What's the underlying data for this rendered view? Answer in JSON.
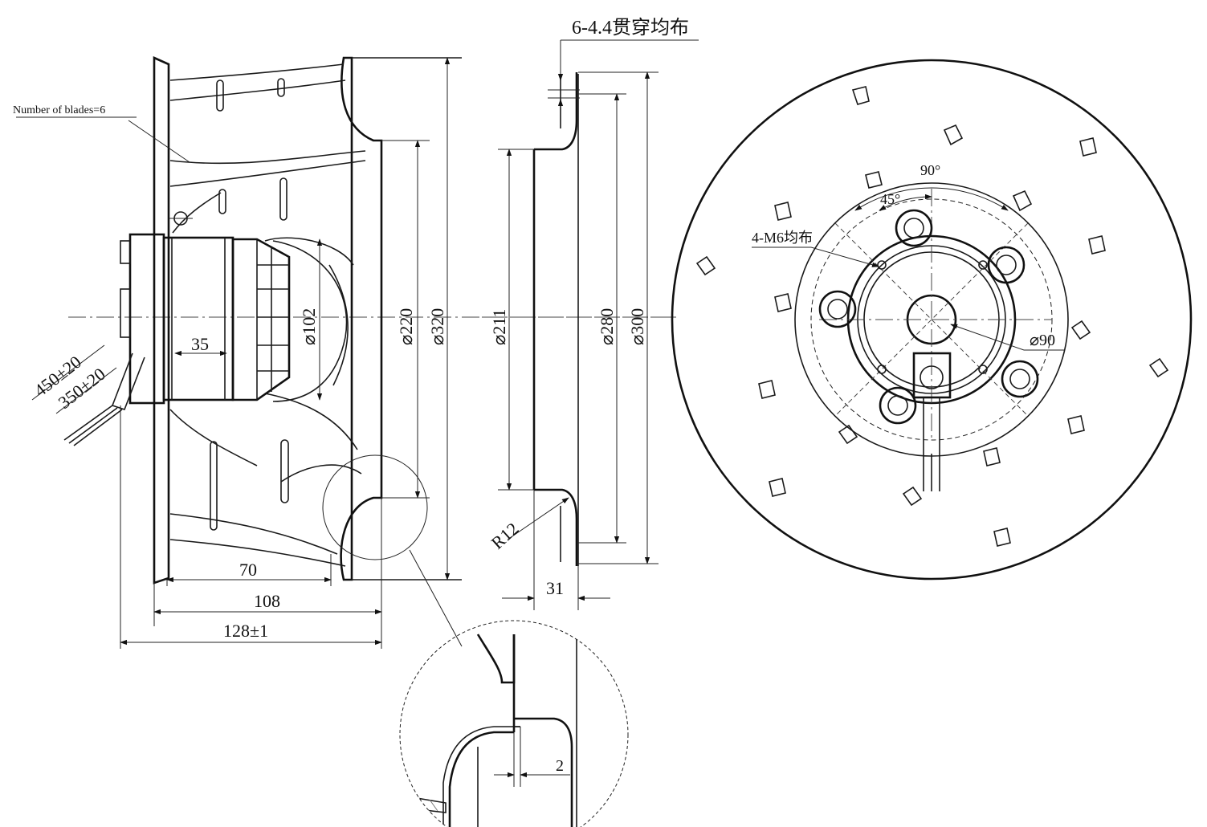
{
  "labels": {
    "blades_note": "Number of blades=6",
    "holes_note": "6-4.4贯穿均布",
    "screws_note": "4-M6均布",
    "angle_90": "90°",
    "angle_45": "45°",
    "radius_r12": "R12",
    "cable_450": "450±20",
    "cable_350": "350±20"
  },
  "dimensions": {
    "side_view": {
      "d102": "⌀102",
      "d220": "⌀220",
      "d320": "⌀320",
      "len_35": "35",
      "len_70": "70",
      "len_108": "108",
      "len_128": "128±1"
    },
    "section_view": {
      "d211": "⌀211",
      "d280": "⌀280",
      "d300": "⌀300",
      "len_31": "31"
    },
    "front_view": {
      "d90": "⌀90"
    },
    "detail_view": {
      "gap_2": "2"
    }
  }
}
